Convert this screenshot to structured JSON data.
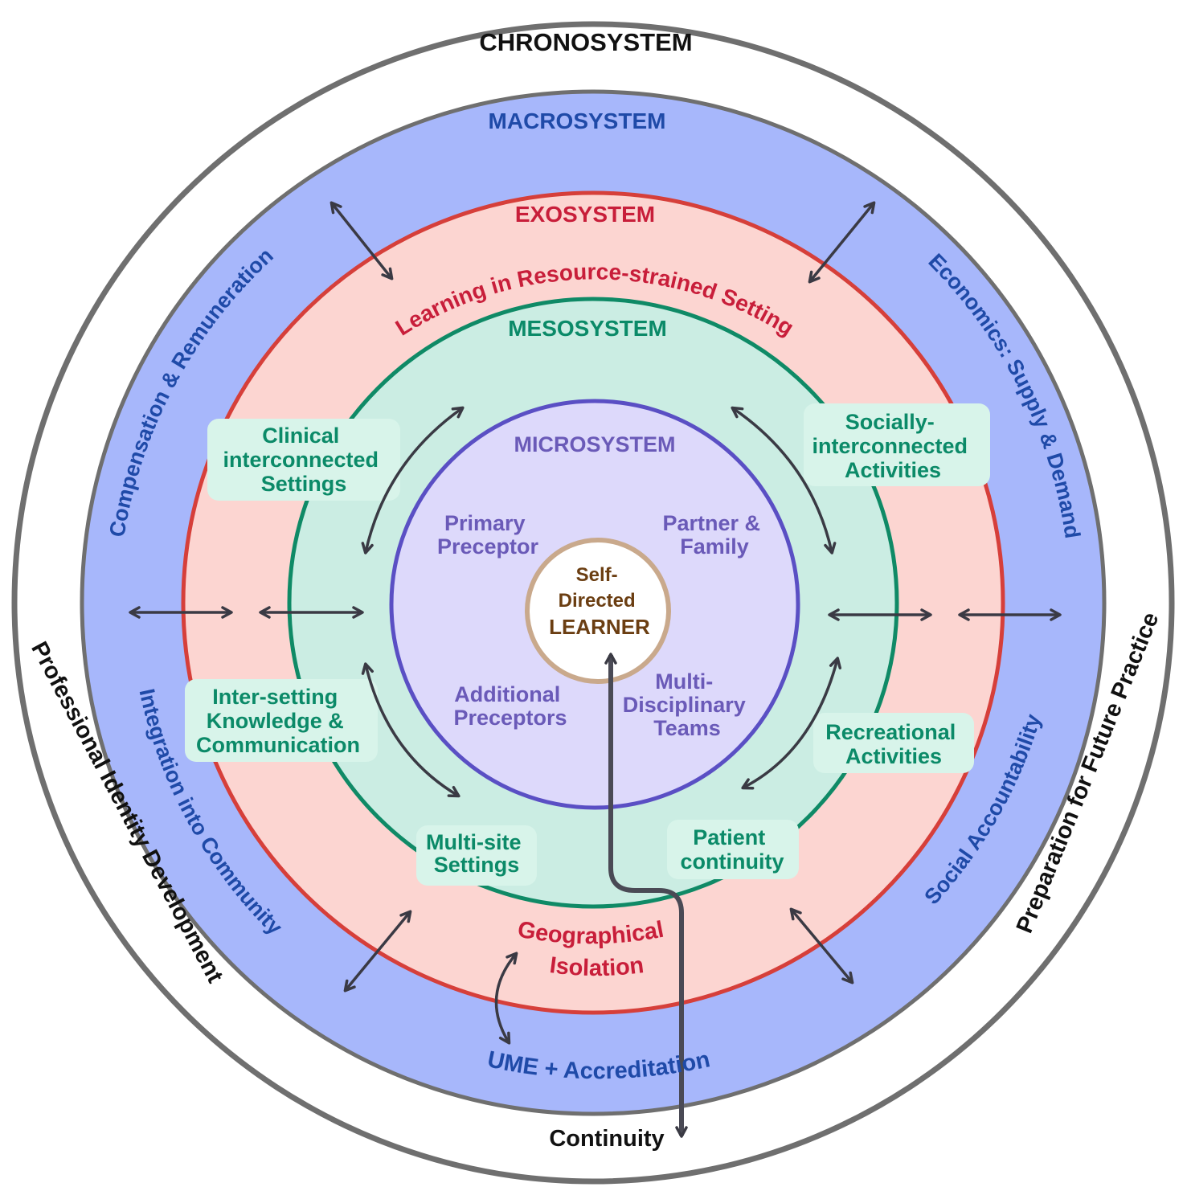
{
  "colors": {
    "chrono_ring": "#6f6f6f",
    "macro_fill": "#a7b7fb",
    "macro_text": "#1f4aa8",
    "exo_fill": "#fcd5d1",
    "exo_ring": "#d63f3a",
    "exo_text": "#c81e3a",
    "meso_fill": "#cbede3",
    "meso_ring": "#0f8a66",
    "meso_text": "#0b8a68",
    "micro_fill": "#ddd9fb",
    "micro_ring": "#5a4fc4",
    "micro_text": "#6a5ab8",
    "learner_ring": "#c9a98c",
    "learner_text": "#6b3e12",
    "arrow": "#3a3a44"
  },
  "chronosystem": {
    "title": "CHRONOSYSTEM",
    "left_label": "Professional Identity Development",
    "right_label": "Preparation for Future Practice",
    "bottom_label": "Continuity"
  },
  "macrosystem": {
    "title": "MACROSYSTEM",
    "upper_left": "Compensation & Remuneration",
    "upper_right": "Economics: Supply & Demand",
    "lower_left": "Integration into Community",
    "lower_right": "Social Accountability",
    "bottom": "UME + Accreditation"
  },
  "exosystem": {
    "title": "EXOSYSTEM",
    "top": "Learning in Resource-strained Setting",
    "bottom_line1": "Geographical",
    "bottom_line2": "Isolation"
  },
  "mesosystem": {
    "title": "MESOSYSTEM",
    "clinical": [
      "Clinical",
      "interconnected",
      "Settings"
    ],
    "social": [
      "Socially-",
      "interconnected",
      "Activities"
    ],
    "intersetting": [
      "Inter-setting",
      "Knowledge &",
      "Communication"
    ],
    "recreational": [
      "Recreational",
      "Activities"
    ],
    "multisite": [
      "Multi-site",
      "Settings"
    ],
    "patient": [
      "Patient",
      "continuity"
    ]
  },
  "microsystem": {
    "title": "MICROSYSTEM",
    "primary": [
      "Primary",
      "Preceptor"
    ],
    "partner": [
      "Partner &",
      "Family"
    ],
    "additional": [
      "Additional",
      "Preceptors"
    ],
    "multi": [
      "Multi-",
      "Disciplinary",
      "Teams"
    ]
  },
  "learner": [
    "Self-",
    "Directed",
    "LEARNER"
  ]
}
